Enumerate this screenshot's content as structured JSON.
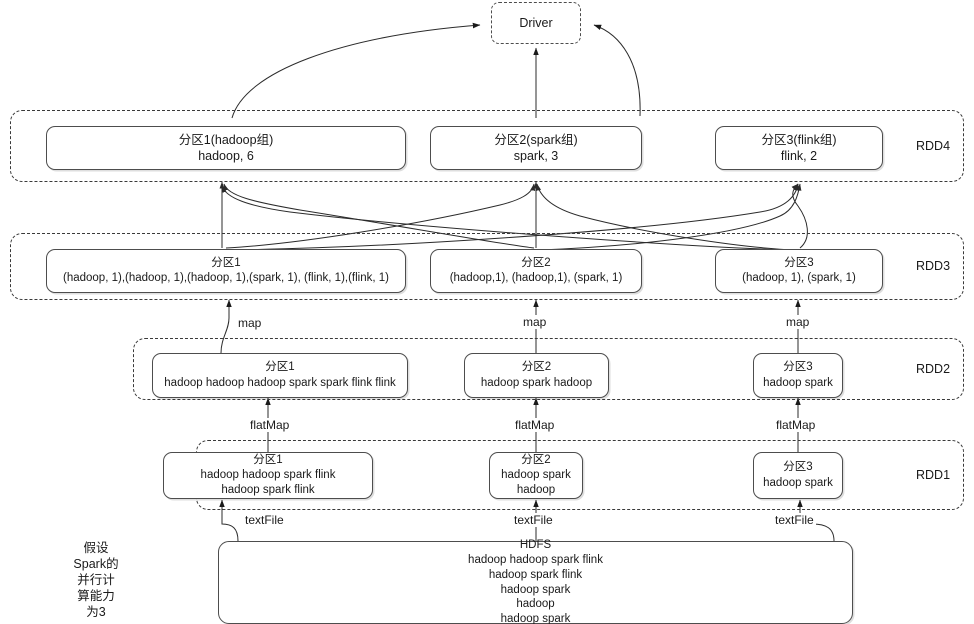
{
  "diagram": {
    "title_note": "假设\nSpark的\n并行计\n算能力\n为3",
    "note_lines": [
      "假设",
      "Spark的",
      "并行计",
      "算能力",
      "为3"
    ],
    "driver": {
      "label": "Driver"
    },
    "stages": [
      {
        "id": "rdd4",
        "label": "RDD4",
        "nodes": [
          {
            "name": "rdd4-partition-1",
            "lines": [
              "分区1(hadoop组)",
              "hadoop, 6"
            ]
          },
          {
            "name": "rdd4-partition-2",
            "lines": [
              "分区2(spark组)",
              "spark, 3"
            ]
          },
          {
            "name": "rdd4-partition-3",
            "lines": [
              "分区3(flink组)",
              "flink, 2"
            ]
          }
        ]
      },
      {
        "id": "rdd3",
        "label": "RDD3",
        "nodes": [
          {
            "name": "rdd3-partition-1",
            "lines": [
              "分区1",
              "(hadoop, 1),(hadoop, 1),(hadoop, 1),(spark, 1), (flink, 1),(flink, 1)"
            ]
          },
          {
            "name": "rdd3-partition-2",
            "lines": [
              "分区2",
              "(hadoop,1), (hadoop,1), (spark, 1)"
            ]
          },
          {
            "name": "rdd3-partition-3",
            "lines": [
              "分区3",
              "(hadoop, 1), (spark, 1)"
            ]
          }
        ]
      },
      {
        "id": "rdd2",
        "label": "RDD2",
        "nodes": [
          {
            "name": "rdd2-partition-1",
            "lines": [
              "分区1",
              "hadoop hadoop hadoop spark spark flink flink"
            ]
          },
          {
            "name": "rdd2-partition-2",
            "lines": [
              "分区2",
              "hadoop spark hadoop"
            ]
          },
          {
            "name": "rdd2-partition-3",
            "lines": [
              "分区3",
              "hadoop spark"
            ]
          }
        ]
      },
      {
        "id": "rdd1",
        "label": "RDD1",
        "nodes": [
          {
            "name": "rdd1-partition-1",
            "lines": [
              "分区1",
              "hadoop hadoop spark flink",
              "hadoop spark flink"
            ]
          },
          {
            "name": "rdd1-partition-2",
            "lines": [
              "分区2",
              "hadoop spark",
              "hadoop"
            ]
          },
          {
            "name": "rdd1-partition-3",
            "lines": [
              "分区3",
              "hadoop spark"
            ]
          }
        ]
      }
    ],
    "transformations": {
      "map": "map",
      "flatMap": "flatMap",
      "textFile": "textFile"
    },
    "edge_labels": {
      "map_1": "map",
      "map_2": "map",
      "map_3": "map",
      "flatmap_1": "flatMap",
      "flatmap_2": "flatMap",
      "flatmap_3": "flatMap",
      "textfile_1": "textFile",
      "textfile_2": "textFile",
      "textfile_3": "textFile"
    },
    "hdfs": {
      "title": "HDFS",
      "lines": [
        "HDFS",
        "hadoop hadoop spark flink",
        "hadoop spark flink",
        "hadoop spark",
        "hadoop",
        "hadoop spark"
      ]
    },
    "colors": {
      "stroke": "#4d4d4d",
      "dashed": "#3a3a3a",
      "text": "#1a1a1a",
      "background": "#ffffff"
    }
  }
}
